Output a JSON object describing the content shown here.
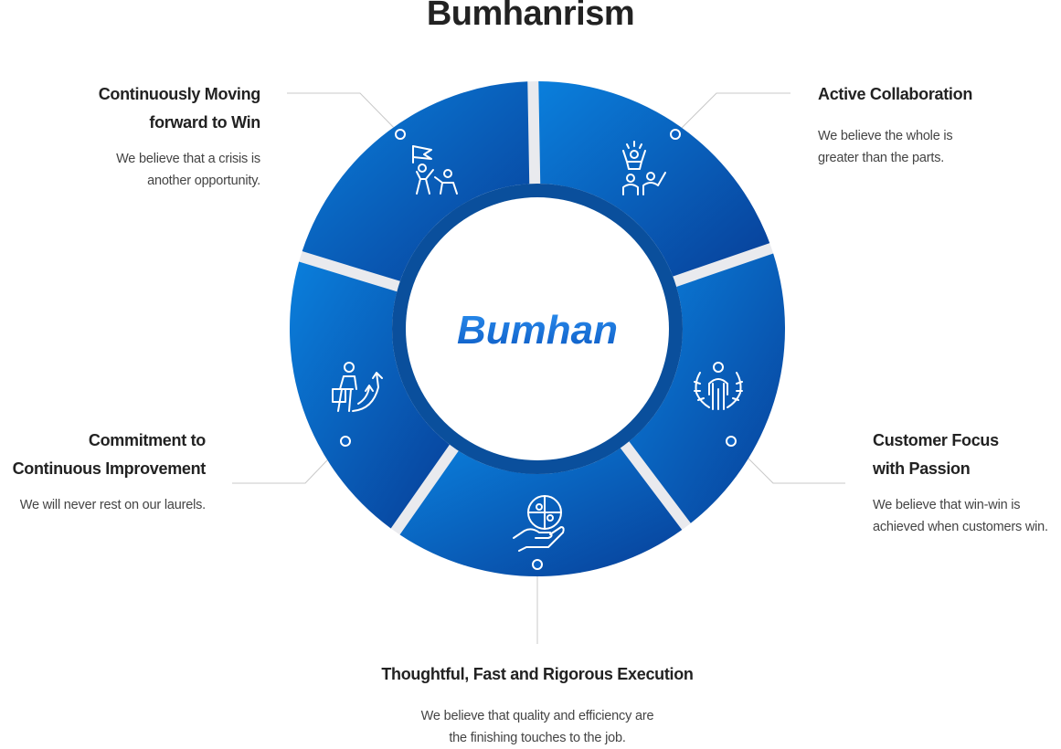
{
  "title": "Bumhanrism",
  "center_logo": "Bumhan",
  "colors": {
    "ring_light": "#0a7bd8",
    "ring_dark": "#0a4aa6",
    "inner_ring": "#0a4f9c",
    "gap": "#e9eaee",
    "connector": "#c8c8c8",
    "logo_blue": "#1466d4"
  },
  "values": [
    {
      "id": "win",
      "icon": "flag-people-icon",
      "title_lines": [
        "Continuously Moving",
        "forward to Win"
      ],
      "desc_lines": [
        "We believe that a crisis is",
        "another opportunity."
      ]
    },
    {
      "id": "collab",
      "icon": "cheering-team-icon",
      "title_lines": [
        "Active Collaboration"
      ],
      "desc_lines": [
        "We believe the whole is",
        "greater than the parts."
      ]
    },
    {
      "id": "customer",
      "icon": "laurel-person-icon",
      "title_lines": [
        "Customer Focus",
        "with Passion"
      ],
      "desc_lines": [
        "We believe that win-win is",
        "achieved when customers win."
      ]
    },
    {
      "id": "execution",
      "icon": "hand-puzzle-icon",
      "title_lines": [
        "Thoughtful, Fast and Rigorous Execution"
      ],
      "desc_lines": [
        "We believe that quality and efficiency are",
        "the finishing touches to the job."
      ]
    },
    {
      "id": "improve",
      "icon": "growth-arrow-person-icon",
      "title_lines": [
        "Commitment to",
        "Continuous Improvement"
      ],
      "desc_lines": [
        "We will never rest on our laurels."
      ]
    }
  ]
}
